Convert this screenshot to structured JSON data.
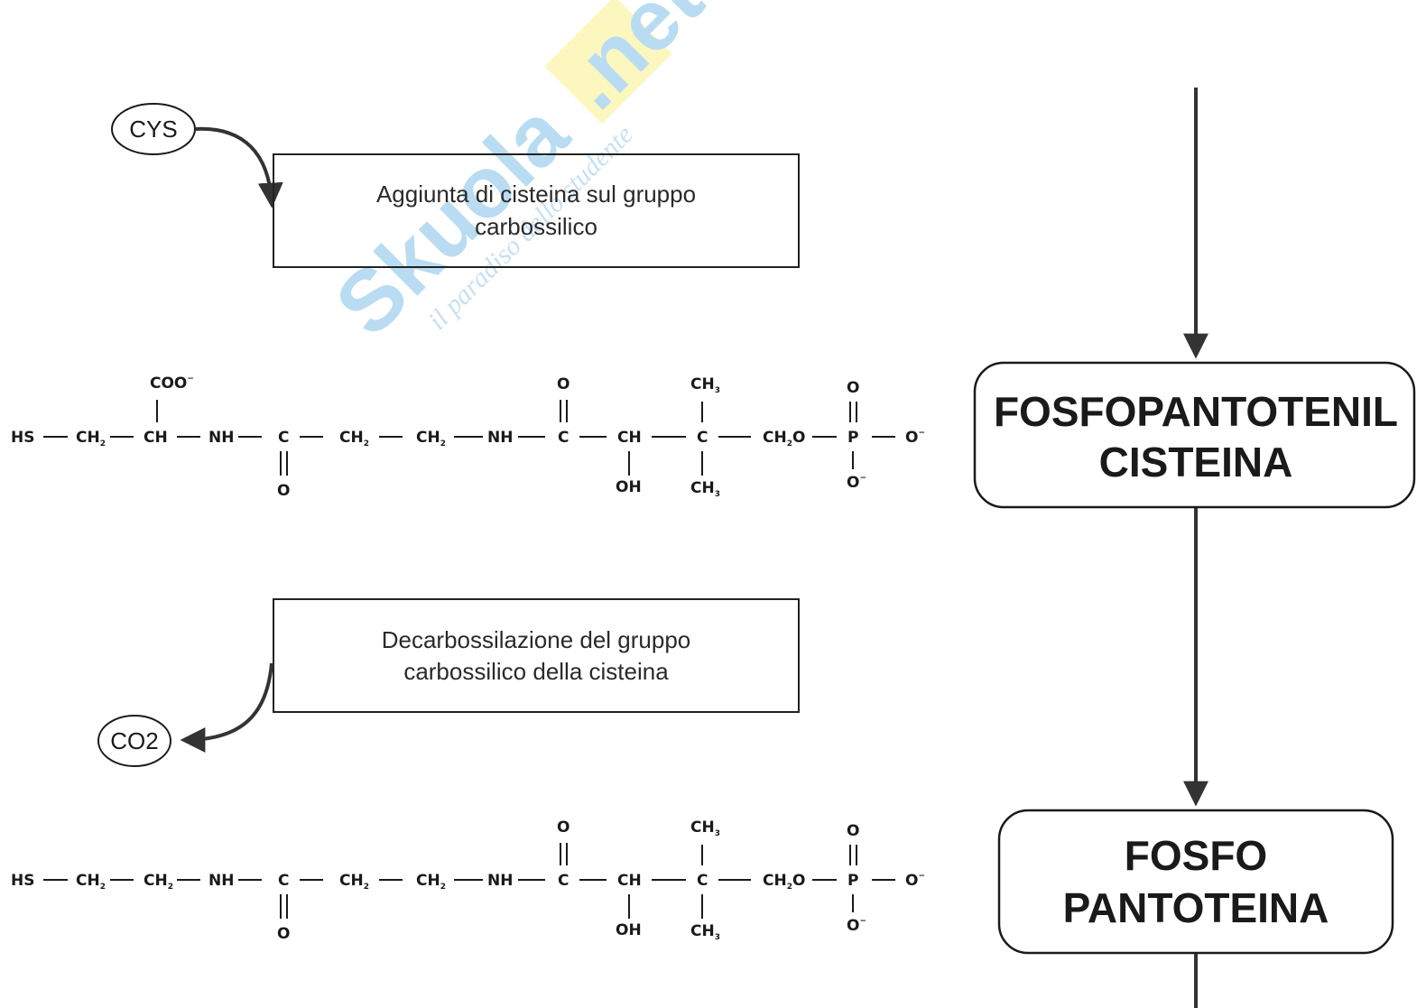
{
  "watermark": {
    "brand": "Skuola",
    "suffix": ".net",
    "tagline": "il paradiso dello studente",
    "colors": {
      "brand": "#b9dcf2",
      "suffix_bg": "#fbf7bf",
      "suffix": "#b9dcf2",
      "tagline": "#c7e1f3"
    }
  },
  "inputs": {
    "cys": "CYS",
    "co2": "CO2"
  },
  "steps": [
    {
      "id": "step-add-cysteine",
      "lines": [
        "Aggiunta di cisteina sul gruppo",
        "carbossilico"
      ]
    },
    {
      "id": "step-decarboxylation",
      "lines": [
        "Decarbossilazione del gruppo",
        "carbossilico della cisteina"
      ]
    }
  ],
  "pathway_nodes": [
    {
      "id": "fosfopantotenil-cisteina",
      "lines": [
        "FOSFOPANTOTENIL",
        "CISTEINA"
      ]
    },
    {
      "id": "fosfopantoteina",
      "lines": [
        "FOSFO",
        "PANTOTEINA"
      ]
    }
  ],
  "molecules": [
    {
      "name": "fosfopantotenil-cisteina-structure",
      "main_chain": [
        "HS",
        "CH2",
        "CH",
        "NH",
        "C",
        "CH2",
        "CH2",
        "NH",
        "C",
        "CH",
        "C",
        "CH2O",
        "P",
        "O-"
      ],
      "substituents": {
        "above": {
          "CH": "COO-",
          "C_amide2": "O",
          "C_quat": "CH3",
          "P": "O"
        },
        "below": {
          "C_amide1": "O",
          "CH_OH": "OH",
          "C_quat": "CH3",
          "P": "O-"
        }
      }
    },
    {
      "name": "fosfopantoteina-structure",
      "main_chain": [
        "HS",
        "CH2",
        "CH2",
        "NH",
        "C",
        "CH2",
        "CH2",
        "NH",
        "C",
        "CH",
        "C",
        "CH2O",
        "P",
        "O-"
      ],
      "substituents": {
        "above": {
          "C_amide2": "O",
          "C_quat": "CH3",
          "P": "O"
        },
        "below": {
          "C_amide1": "O",
          "CH_OH": "OH",
          "C_quat": "CH3",
          "P": "O-"
        }
      }
    }
  ],
  "labels": {
    "HS": "HS",
    "CH": "CH",
    "NH": "NH",
    "C": "C",
    "O": "O",
    "OH": "OH",
    "P": "P",
    "CH2_base": "CH",
    "CH3_base": "CH",
    "sub2": "2",
    "sub3": "3",
    "COO": "COO",
    "minus": "−",
    "CH2O_tail": "O",
    "O_minus_base": "O"
  }
}
